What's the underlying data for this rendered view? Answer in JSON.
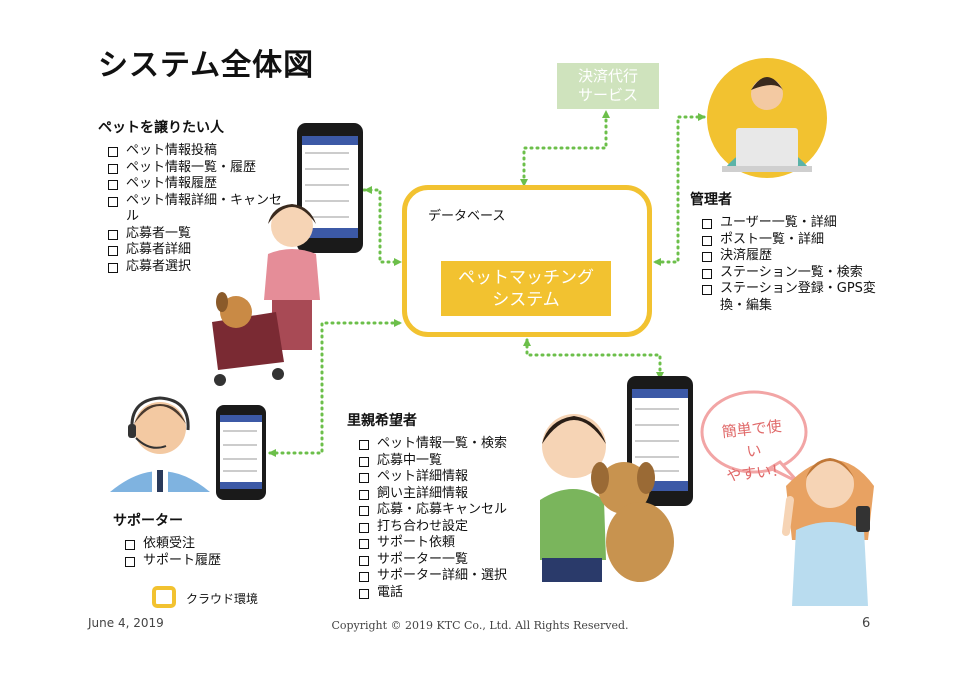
{
  "title": "システム全体図",
  "database_label": "データベース",
  "center_system": {
    "line1": "ペットマッチング",
    "line2": "システム"
  },
  "payment_service": {
    "line1": "決済代行",
    "line2": "サービス"
  },
  "pet_giver": {
    "title": "ペットを譲りたい人",
    "items": [
      "ペット情報投稿",
      "ペット情報一覧・履歴",
      "ペット情報履歴",
      "ペット情報詳細・キャンセル",
      "応募者一覧",
      "応募者詳細",
      "応募者選択"
    ]
  },
  "admin": {
    "title": "管理者",
    "items": [
      "ユーザー一覧・詳細",
      "ポスト一覧・詳細",
      "決済履歴",
      "ステーション一覧・検索",
      "ステーション登録・GPS変換・編集"
    ]
  },
  "foster": {
    "title": "里親希望者",
    "items": [
      "ペット情報一覧・検索",
      "応募中一覧",
      "ペット詳細情報",
      "飼い主詳細情報",
      "応募・応募キャンセル",
      "打ち合わせ設定",
      "サポート依頼",
      "サポーター一覧",
      "サポーター詳細・選択",
      "電話"
    ]
  },
  "supporter": {
    "title": "サポーター",
    "items": [
      "依頼受注",
      "サポート履歴"
    ]
  },
  "bubble": {
    "line1": "簡単で使い",
    "line2": "やすい！"
  },
  "legend": {
    "cloud_label": "クラウド環境",
    "color": "#f2c230"
  },
  "footer": {
    "date": "June 4, 2019",
    "copyright": "Copyright © 2019 KTC Co., Ltd. All Rights Reserved.",
    "page": "6"
  },
  "colors": {
    "accent": "#f2c230",
    "connector": "#6cbf4a",
    "payment_box": "#cfe3bd"
  }
}
